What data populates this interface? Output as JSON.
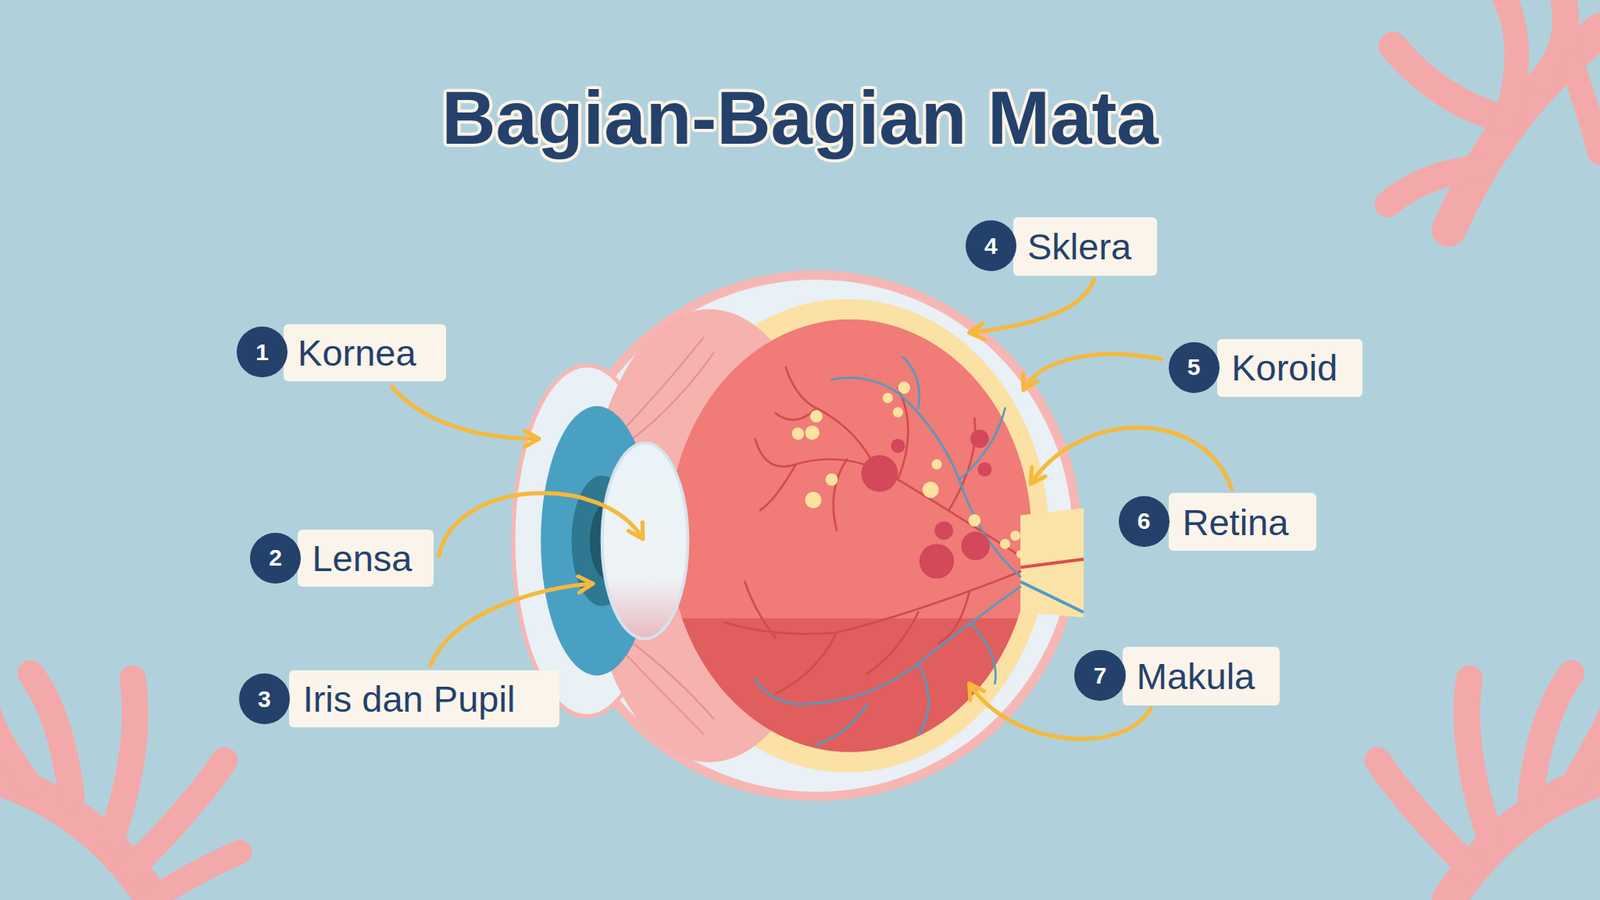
{
  "diagram": {
    "title": "Bagian-Bagian Mata",
    "nodes": [
      {
        "text": [
          "1"
        ]
      },
      {
        "text": [
          "Kornea"
        ]
      },
      {
        "text": [
          "2"
        ]
      },
      {
        "text": [
          "Lensa"
        ]
      },
      {
        "text": [
          "3"
        ]
      },
      {
        "text": [
          "Iris dan Pupil"
        ]
      },
      {
        "text": [
          "4"
        ]
      },
      {
        "text": [
          "Sklera"
        ]
      },
      {
        "text": [
          "5"
        ]
      },
      {
        "text": [
          "Koroid"
        ]
      },
      {
        "text": [
          "6"
        ]
      },
      {
        "text": [
          "Retina"
        ]
      },
      {
        "text": [
          "7"
        ]
      },
      {
        "text": [
          "Makula"
        ]
      }
    ]
  }
}
